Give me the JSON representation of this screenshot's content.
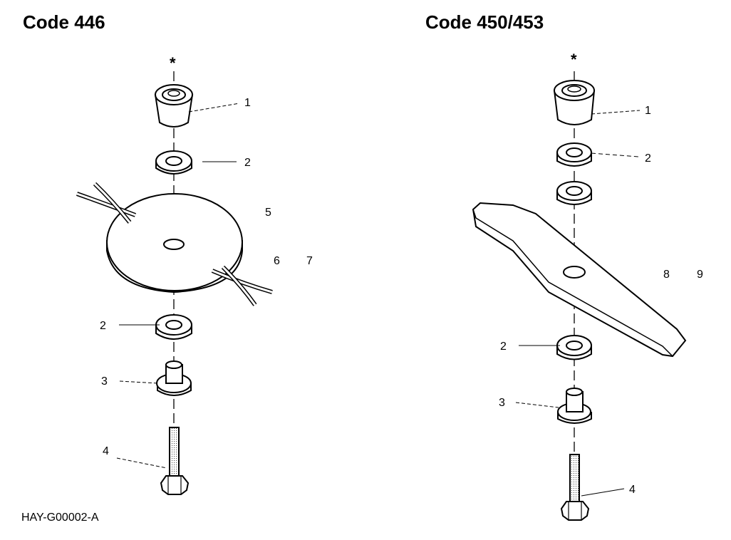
{
  "titles": {
    "left": "Code 446",
    "right": "Code 450/453"
  },
  "reference": "HAY-G00002-A",
  "star": "*",
  "left_callouts": {
    "c1": "1",
    "c2a": "2",
    "c5": "5",
    "c6": "6",
    "c7": "7",
    "c2b": "2",
    "c3": "3",
    "c4": "4"
  },
  "right_callouts": {
    "c1": "1",
    "c2a": "2",
    "c8": "8",
    "c9": "9",
    "c2b": "2",
    "c3": "3",
    "c4": "4"
  }
}
